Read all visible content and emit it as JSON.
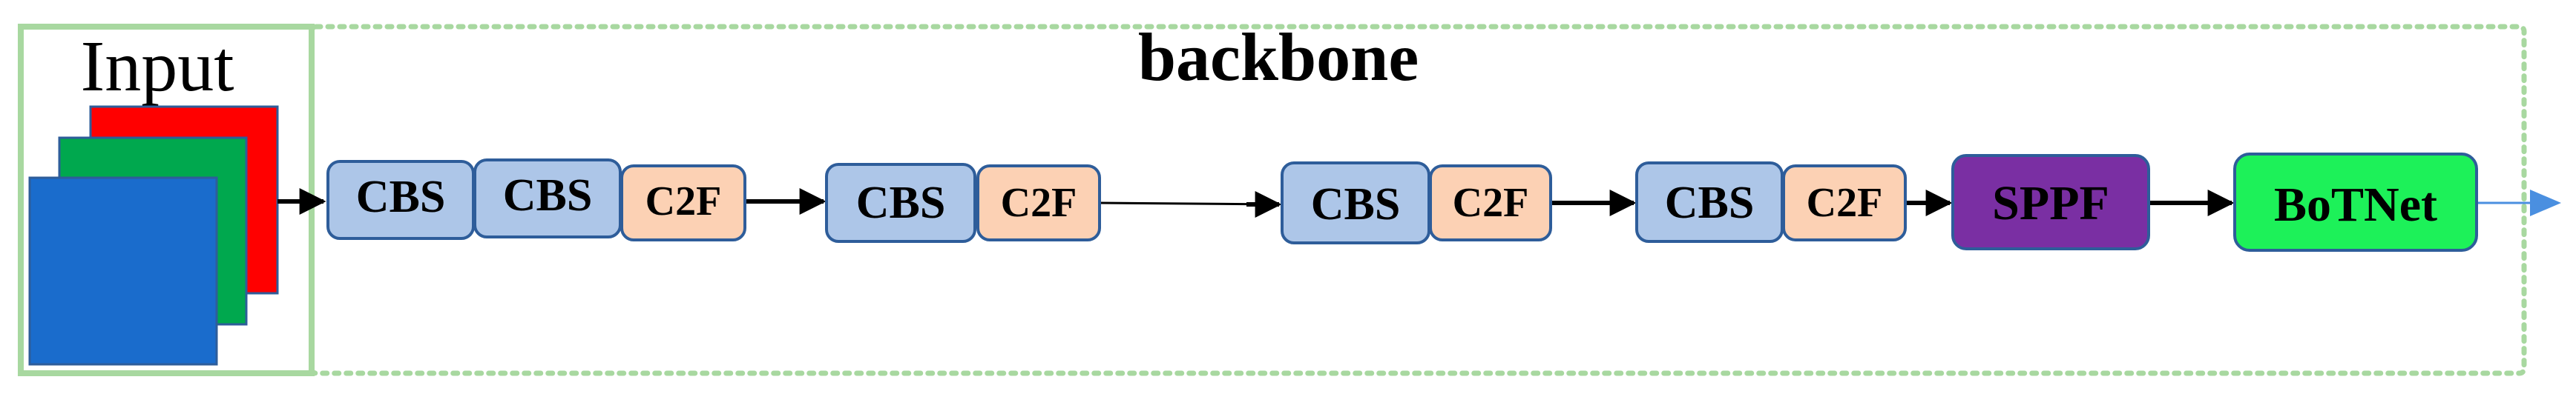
{
  "diagram": {
    "input_label": "Input",
    "backbone_label": "backbone",
    "blocks": [
      {
        "id": "b1",
        "label": "CBS",
        "kind": "cbs"
      },
      {
        "id": "b2",
        "label": "CBS",
        "kind": "cbs"
      },
      {
        "id": "b3",
        "label": "C2F",
        "kind": "c2f"
      },
      {
        "id": "b4",
        "label": "CBS",
        "kind": "cbs"
      },
      {
        "id": "b5",
        "label": "C2F",
        "kind": "c2f"
      },
      {
        "id": "b6",
        "label": "CBS",
        "kind": "cbs"
      },
      {
        "id": "b7",
        "label": "C2F",
        "kind": "c2f"
      },
      {
        "id": "b8",
        "label": "CBS",
        "kind": "cbs"
      },
      {
        "id": "b9",
        "label": "C2F",
        "kind": "c2f"
      },
      {
        "id": "b10",
        "label": "SPPF",
        "kind": "sppf"
      },
      {
        "id": "b11",
        "label": "BoTNet",
        "kind": "botnet"
      }
    ],
    "colors": {
      "cbs_fill": "#adc6e8",
      "c2f_fill": "#fcd1b4",
      "sppf_fill": "#7a2fa3",
      "botnet_fill": "#1df159",
      "block_border": "#2e5d9a",
      "input_frame": "#a8d8a0",
      "backbone_border": "#a8d8a0",
      "layer_red": "#ff0000",
      "layer_green": "#00a84e",
      "layer_blue": "#1a6ccc",
      "output_arrow": "#4a8fe0"
    }
  }
}
